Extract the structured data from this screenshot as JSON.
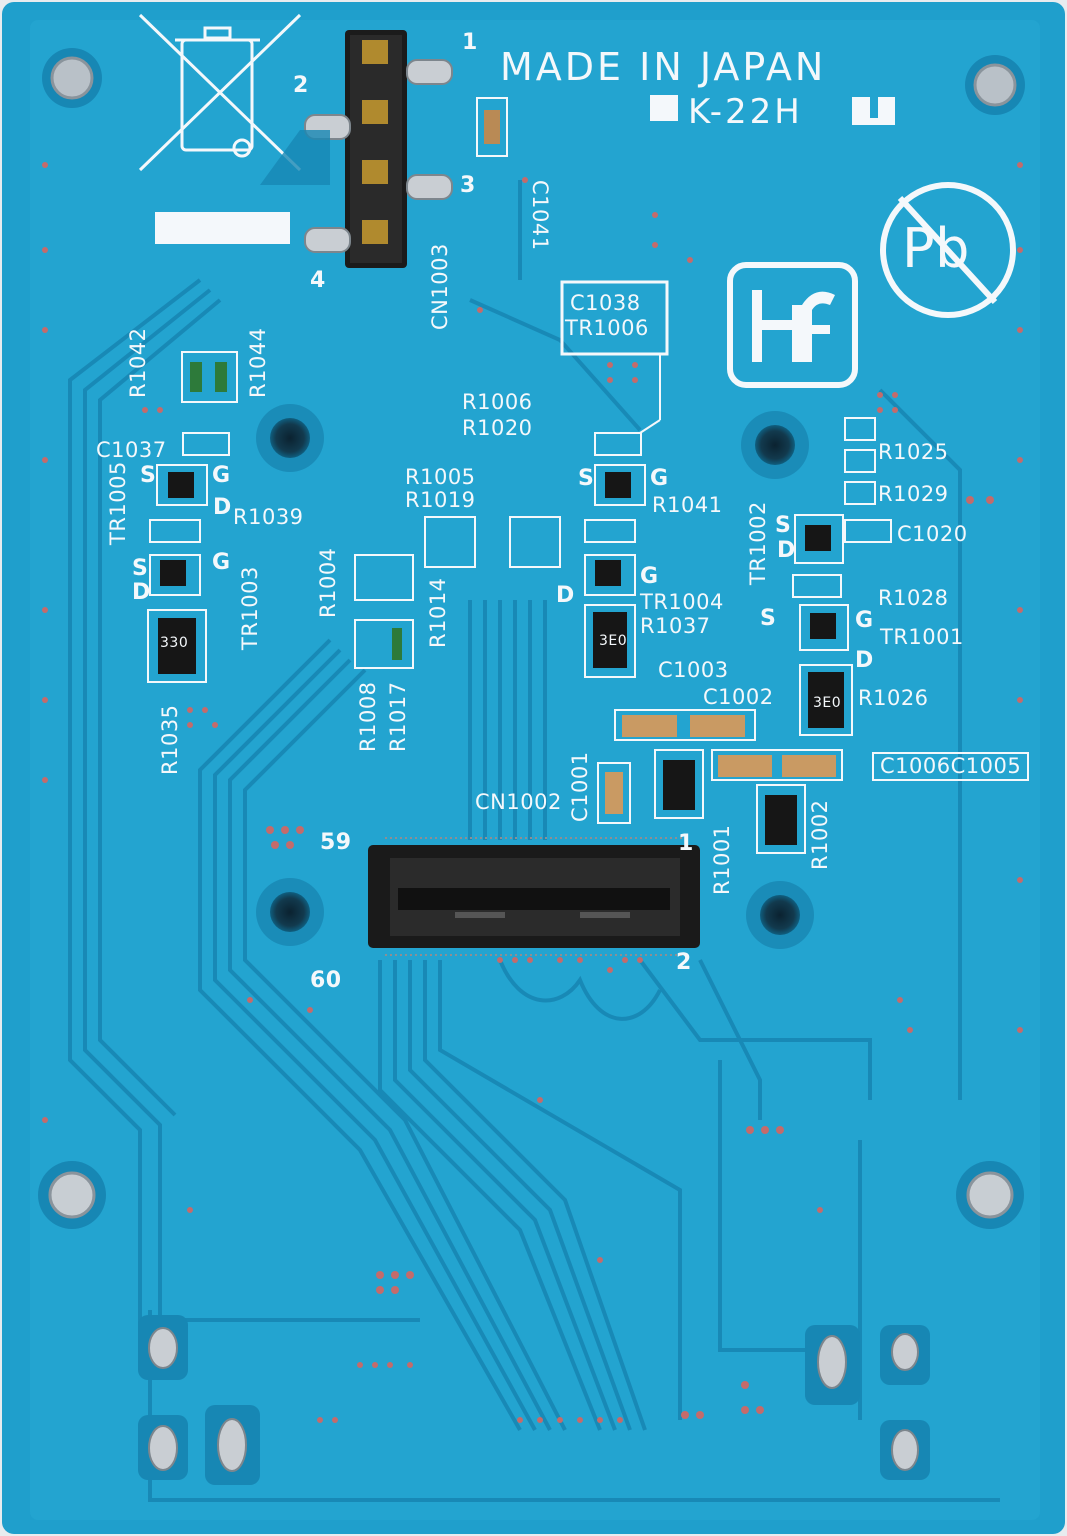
{
  "board": {
    "made_in": "MADE IN JAPAN",
    "model": "K-22H",
    "lead_free_mark": "Pb",
    "colors": {
      "solder_mask": "#1f9fcc",
      "silk": "#f4f8fb",
      "trace": "#1a8ab8",
      "copper": "#c9ced3"
    }
  },
  "connectors": {
    "cn1003": {
      "ref": "CN1003",
      "pins": [
        "1",
        "2",
        "3",
        "4"
      ]
    },
    "cn1002": {
      "ref": "CN1002",
      "pins": [
        "59",
        "1",
        "60",
        "2"
      ]
    }
  },
  "labels": {
    "c1041": "C1041",
    "c1038": "C1038",
    "tr1006": "TR1006",
    "r1042": "R1042",
    "r1044": "R1044",
    "r1006": "R1006",
    "r1020": "R1020",
    "c1037": "C1037",
    "tr1005": "TR1005",
    "r1039": "R1039",
    "tr1003": "TR1003",
    "r1035": "R1035",
    "r1004": "R1004",
    "r1005": "R1005",
    "r1019": "R1019",
    "r1014": "R1014",
    "r1008": "R1008",
    "r1017": "R1017",
    "r1041": "R1041",
    "tr1004": "TR1004",
    "r1037": "R1037",
    "r1025": "R1025",
    "r1029": "R1029",
    "c1020": "C1020",
    "tr1002": "TR1002",
    "r1028": "R1028",
    "tr1001": "TR1001",
    "r1026": "R1026",
    "c1003": "C1003",
    "c1002": "C1002",
    "c1001": "C1001",
    "c1006c1005": "C1006C1005",
    "r1001": "R1001",
    "r1002": "R1002",
    "s": "S",
    "g": "G",
    "d": "D",
    "res_value_330": "330",
    "res_value_3e0": "3E0"
  }
}
